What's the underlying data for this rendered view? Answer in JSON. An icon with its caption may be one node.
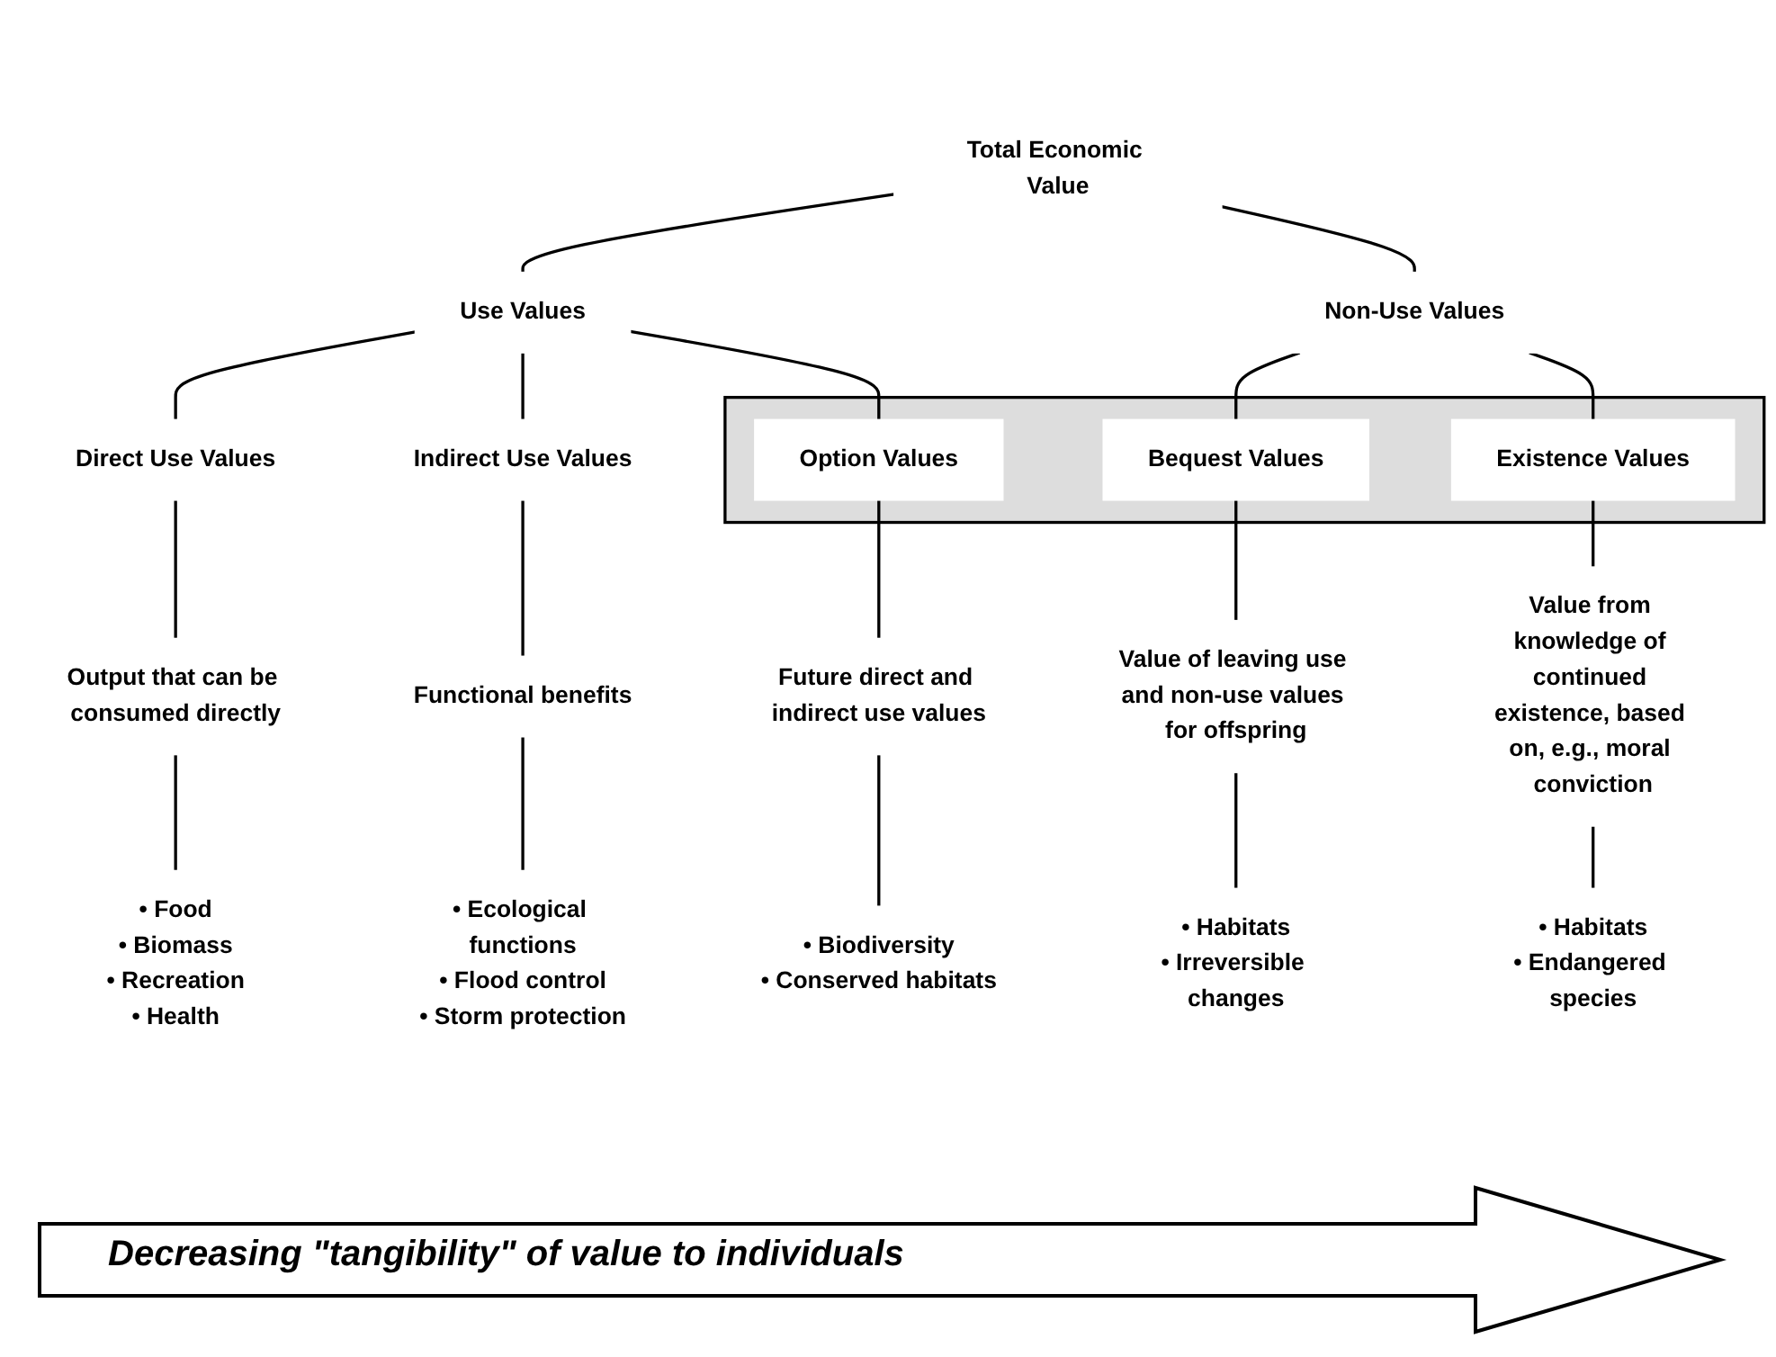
{
  "diagram": {
    "nodes": [
      {
        "text": [
          "Total Economic Value"
        ]
      },
      {
        "text": [
          "Use Values"
        ]
      },
      {
        "text": [
          "Non-Use Values"
        ]
      },
      {
        "text": [
          "Direct Use Values"
        ]
      },
      {
        "text": [
          "Indirect Use Values"
        ]
      },
      {
        "text": [],
        "shape": "box"
      },
      {
        "text": [
          "Option Values"
        ],
        "in": 5
      },
      {
        "text": [
          "Bequest Values"
        ],
        "in": 5
      },
      {
        "text": [
          "Existence Values"
        ],
        "in": 5
      },
      {
        "text": [
          "Output that can be consumed directly"
        ]
      },
      {
        "text": [
          "Functional benefits"
        ]
      },
      {
        "text": [
          "Future direct and indirect use values"
        ]
      },
      {
        "text": [
          "Value of leaving use and non-use values for offspring"
        ]
      },
      {
        "text": [
          "Value from knowledge of continued existence, based on, e.g., moral conviction"
        ]
      },
      {
        "text": [
          "• Food",
          "• Biomass",
          "• Recreation",
          "• Health"
        ]
      },
      {
        "text": [
          "• Ecological functions",
          "• Flood control",
          "• Storm protection"
        ]
      },
      {
        "text": [
          "• Biodiversity",
          "• Conserved habitats"
        ]
      },
      {
        "text": [
          "• Habitats",
          "• Irreversible changes"
        ]
      },
      {
        "text": [
          "• Habitats",
          "• Endangered species"
        ]
      }
    ],
    "labels": [
      "Decreasing \"tangibility\" of value to individuals"
    ],
    "edges": [
      {
        "from": 0,
        "to": 1,
        "arrow": "none"
      },
      {
        "from": 0,
        "to": 2,
        "arrow": "none"
      },
      {
        "from": 1,
        "to": 3,
        "arrow": "none"
      },
      {
        "from": 1,
        "to": 4,
        "arrow": "none"
      },
      {
        "from": 1,
        "to": 6,
        "arrow": "none"
      },
      {
        "from": 2,
        "to": 7,
        "arrow": "none"
      },
      {
        "from": 2,
        "to": 8,
        "arrow": "none"
      },
      {
        "from": 3,
        "to": 9,
        "arrow": "none"
      },
      {
        "from": 4,
        "to": 10,
        "arrow": "none"
      },
      {
        "from": 6,
        "to": 11,
        "arrow": "none"
      },
      {
        "from": 7,
        "to": 12,
        "arrow": "none"
      },
      {
        "from": 8,
        "to": 13,
        "arrow": "none"
      },
      {
        "from": 9,
        "to": 14,
        "arrow": "none"
      },
      {
        "from": 10,
        "to": 15,
        "arrow": "none"
      },
      {
        "from": 11,
        "to": 16,
        "arrow": "none"
      },
      {
        "from": 12,
        "to": 17,
        "arrow": "none"
      },
      {
        "from": 13,
        "to": 18,
        "arrow": "none"
      }
    ]
  }
}
